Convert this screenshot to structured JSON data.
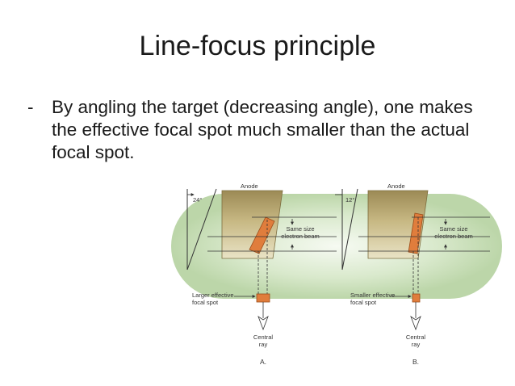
{
  "slide": {
    "title": "Line-focus principle",
    "bullet_marker": "-",
    "bullet_text": "By angling the target (decreasing angle), one makes the effective focal spot much smaller than the actual focal spot."
  },
  "figure": {
    "panel_a": {
      "anode": "Anode",
      "angle": "24°",
      "same_size_1": "Same size",
      "same_size_2": "electron beam",
      "effective_1": "Larger effective",
      "effective_2": "focal spot",
      "central_1": "Central",
      "central_2": "ray",
      "letter": "A."
    },
    "panel_b": {
      "anode": "Anode",
      "angle": "12°",
      "same_size_1": "Same size",
      "same_size_2": "electron beam",
      "effective_1": "Smaller effective",
      "effective_2": "focal spot",
      "central_1": "Central",
      "central_2": "ray",
      "letter": "B."
    }
  },
  "colors": {
    "background_ellipse": "#c6dcb8",
    "anode_block": "#b8a56a",
    "target": "#e07d3c"
  }
}
